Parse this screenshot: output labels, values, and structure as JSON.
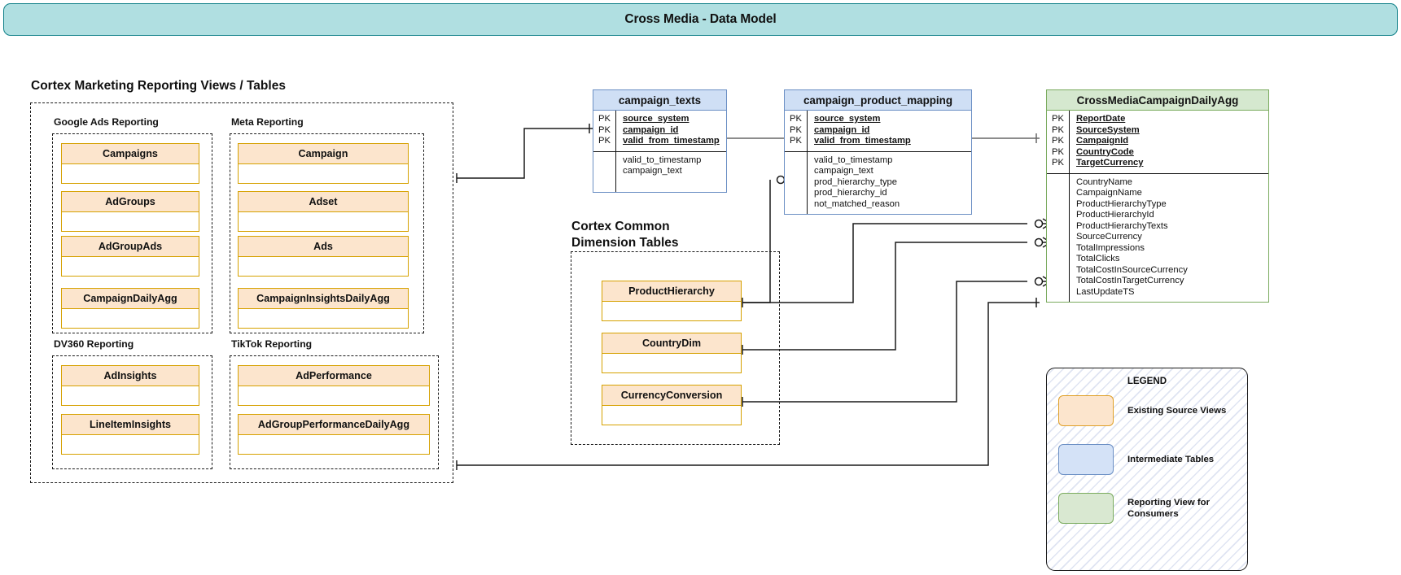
{
  "header": {
    "title": "Cross Media - Data Model"
  },
  "sections": {
    "source_title": "Cortex Marketing Reporting Views / Tables",
    "dimension_title": "Cortex Common\nDimension Tables"
  },
  "source_groups": [
    {
      "label": "Google Ads Reporting",
      "entities": [
        {
          "name": "Campaigns"
        },
        {
          "name": "AdGroups"
        },
        {
          "name": "AdGroupAds"
        },
        {
          "name": "CampaignDailyAgg"
        }
      ]
    },
    {
      "label": "Meta Reporting",
      "entities": [
        {
          "name": "Campaign"
        },
        {
          "name": "Adset"
        },
        {
          "name": "Ads"
        },
        {
          "name": "CampaignInsightsDailyAgg"
        }
      ]
    },
    {
      "label": "DV360 Reporting",
      "entities": [
        {
          "name": "AdInsights"
        },
        {
          "name": "LineItemInsights"
        }
      ]
    },
    {
      "label": "TikTok Reporting",
      "entities": [
        {
          "name": "AdPerformance"
        },
        {
          "name": "AdGroupPerformanceDailyAgg"
        }
      ]
    }
  ],
  "dimension_tables": [
    {
      "name": "ProductHierarchy"
    },
    {
      "name": "CountryDim"
    },
    {
      "name": "CurrencyConversion"
    }
  ],
  "erd_tables": {
    "campaign_texts": {
      "title": "campaign_texts",
      "key_label": "PK",
      "pk_fields": [
        "source_system",
        "campaign_id",
        "valid_from_timestamp"
      ],
      "attr_fields": [
        "valid_to_timestamp",
        "campaign_text"
      ]
    },
    "campaign_product_mapping": {
      "title": "campaign_product_mapping",
      "key_label": "PK",
      "pk_fields": [
        "source_system",
        "campaign_id",
        "valid_from_timestamp"
      ],
      "attr_fields": [
        "valid_to_timestamp",
        "campaign_text",
        "prod_hierarchy_type",
        "prod_hierarchy_id",
        "not_matched_reason"
      ]
    },
    "cross_media_daily_agg": {
      "title": "CrossMediaCampaignDailyAgg",
      "key_label": "PK",
      "pk_fields": [
        "ReportDate",
        "SourceSystem",
        "CampaignId",
        "CountryCode",
        "TargetCurrency"
      ],
      "attr_fields": [
        "CountryName",
        "CampaignName",
        "ProductHierarchyType",
        "ProductHierarchyId",
        "ProductHierarchyTexts",
        "SourceCurrency",
        "TotalImpressions",
        "TotalClicks",
        "TotalCostInSourceCurrency",
        "TotalCostInTargetCurrency",
        "LastUpdateTS"
      ]
    }
  },
  "legend": {
    "title": "LEGEND",
    "items": [
      {
        "swatch": "existing-source-views-swatch",
        "label": "Existing Source Views"
      },
      {
        "swatch": "intermediate-tables-swatch",
        "label": "Intermediate Tables"
      },
      {
        "swatch": "reporting-view-swatch",
        "label": "Reporting View for\nConsumers"
      }
    ]
  },
  "colors": {
    "banner_fill": "#b0dfe1",
    "banner_border": "#0f8088",
    "source_fill": "#fce5cd",
    "source_border": "#d6a100",
    "intermediate_fill": "#cfdff5",
    "intermediate_border": "#6b8fc4",
    "reporting_fill": "#d5e8cf",
    "reporting_border": "#7aab5e"
  }
}
